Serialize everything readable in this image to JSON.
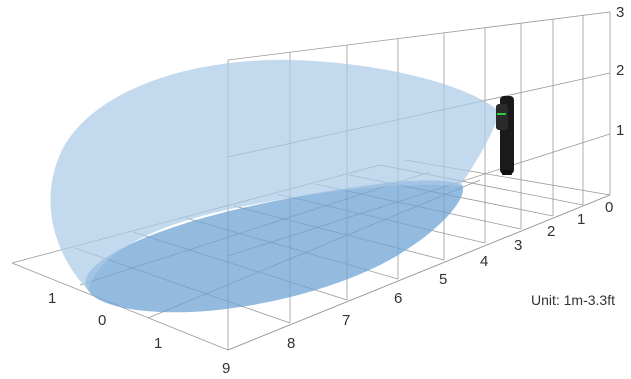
{
  "diagram": {
    "unit_note": "Unit: 1m-3.3ft",
    "height_labels": [
      "1",
      "2",
      "3"
    ],
    "distance_labels": [
      "9",
      "8",
      "7",
      "6",
      "5",
      "4",
      "3",
      "2",
      "1",
      "0"
    ],
    "width_labels": [
      "1",
      "0",
      "1"
    ],
    "colors": {
      "grid": "#9a9a9a",
      "beam_vertical": "#a9c9e6",
      "beam_floor": "#6fa3d4",
      "sensor_body": "#1a1a1a",
      "sensor_indicator": "#2ecc40"
    }
  }
}
